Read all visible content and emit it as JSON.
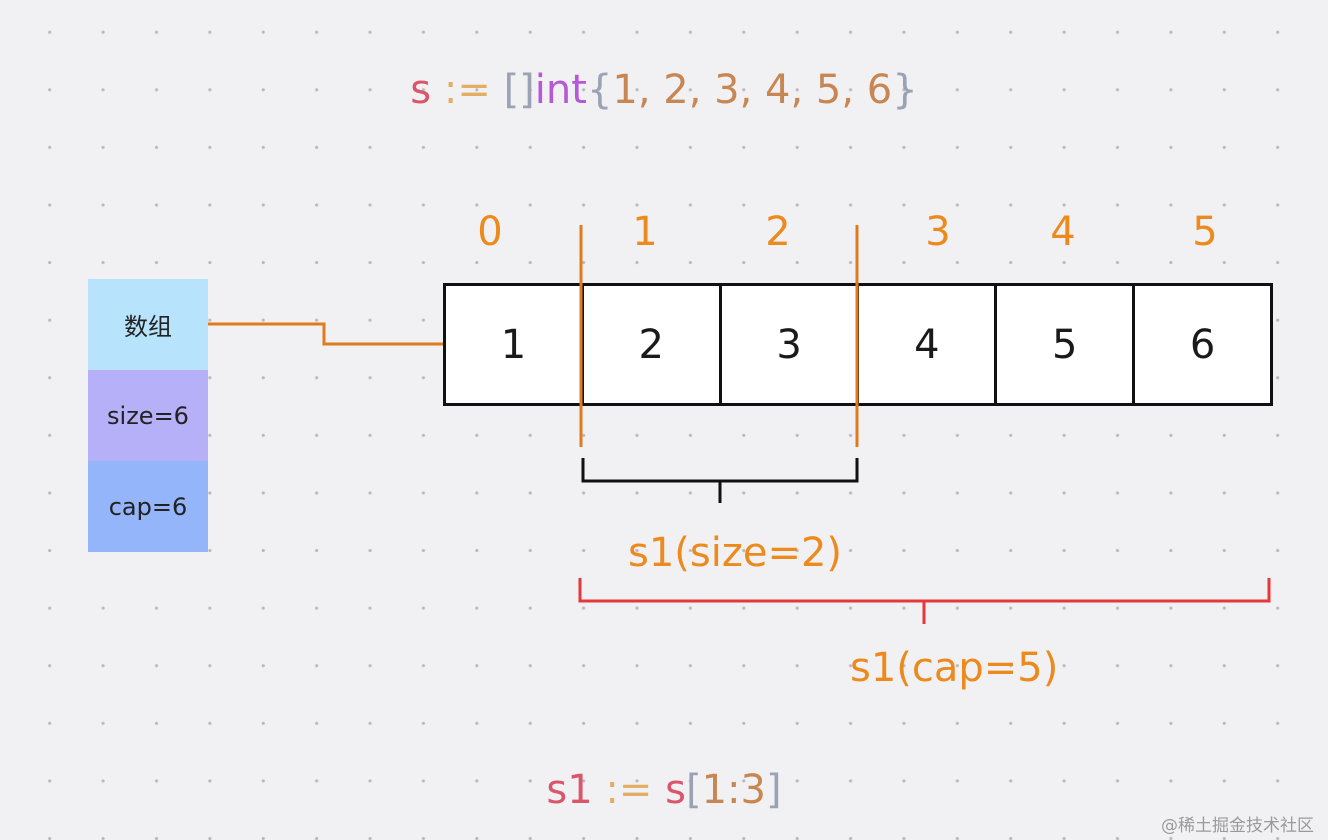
{
  "code_top": {
    "var": "s",
    "assign": " := ",
    "brackets": "[]",
    "type": "int",
    "open": "{",
    "values": "1, 2, 3, 4, 5, 6",
    "close": "}"
  },
  "indices": [
    "0",
    "1",
    "2",
    "3",
    "4",
    "5"
  ],
  "array_values": [
    "1",
    "2",
    "3",
    "4",
    "5",
    "6"
  ],
  "struct": {
    "array_label": "数组",
    "size_label": "size=6",
    "cap_label": "cap=6"
  },
  "slice_labels": {
    "size": "s1(size=2)",
    "cap": "s1(cap=5)"
  },
  "code_bottom": {
    "var": "s1",
    "assign": " := ",
    "source": "s",
    "open": "[",
    "range": "1:3",
    "close": "]"
  },
  "watermark": "@稀土掘金技术社区",
  "colors": {
    "orange": "#ec8a1e",
    "red": "#e5383b",
    "connector": "#e07a1e",
    "array_field": "#b7e3fc",
    "size_field": "#b5b0f8",
    "cap_field": "#95b5fb"
  }
}
